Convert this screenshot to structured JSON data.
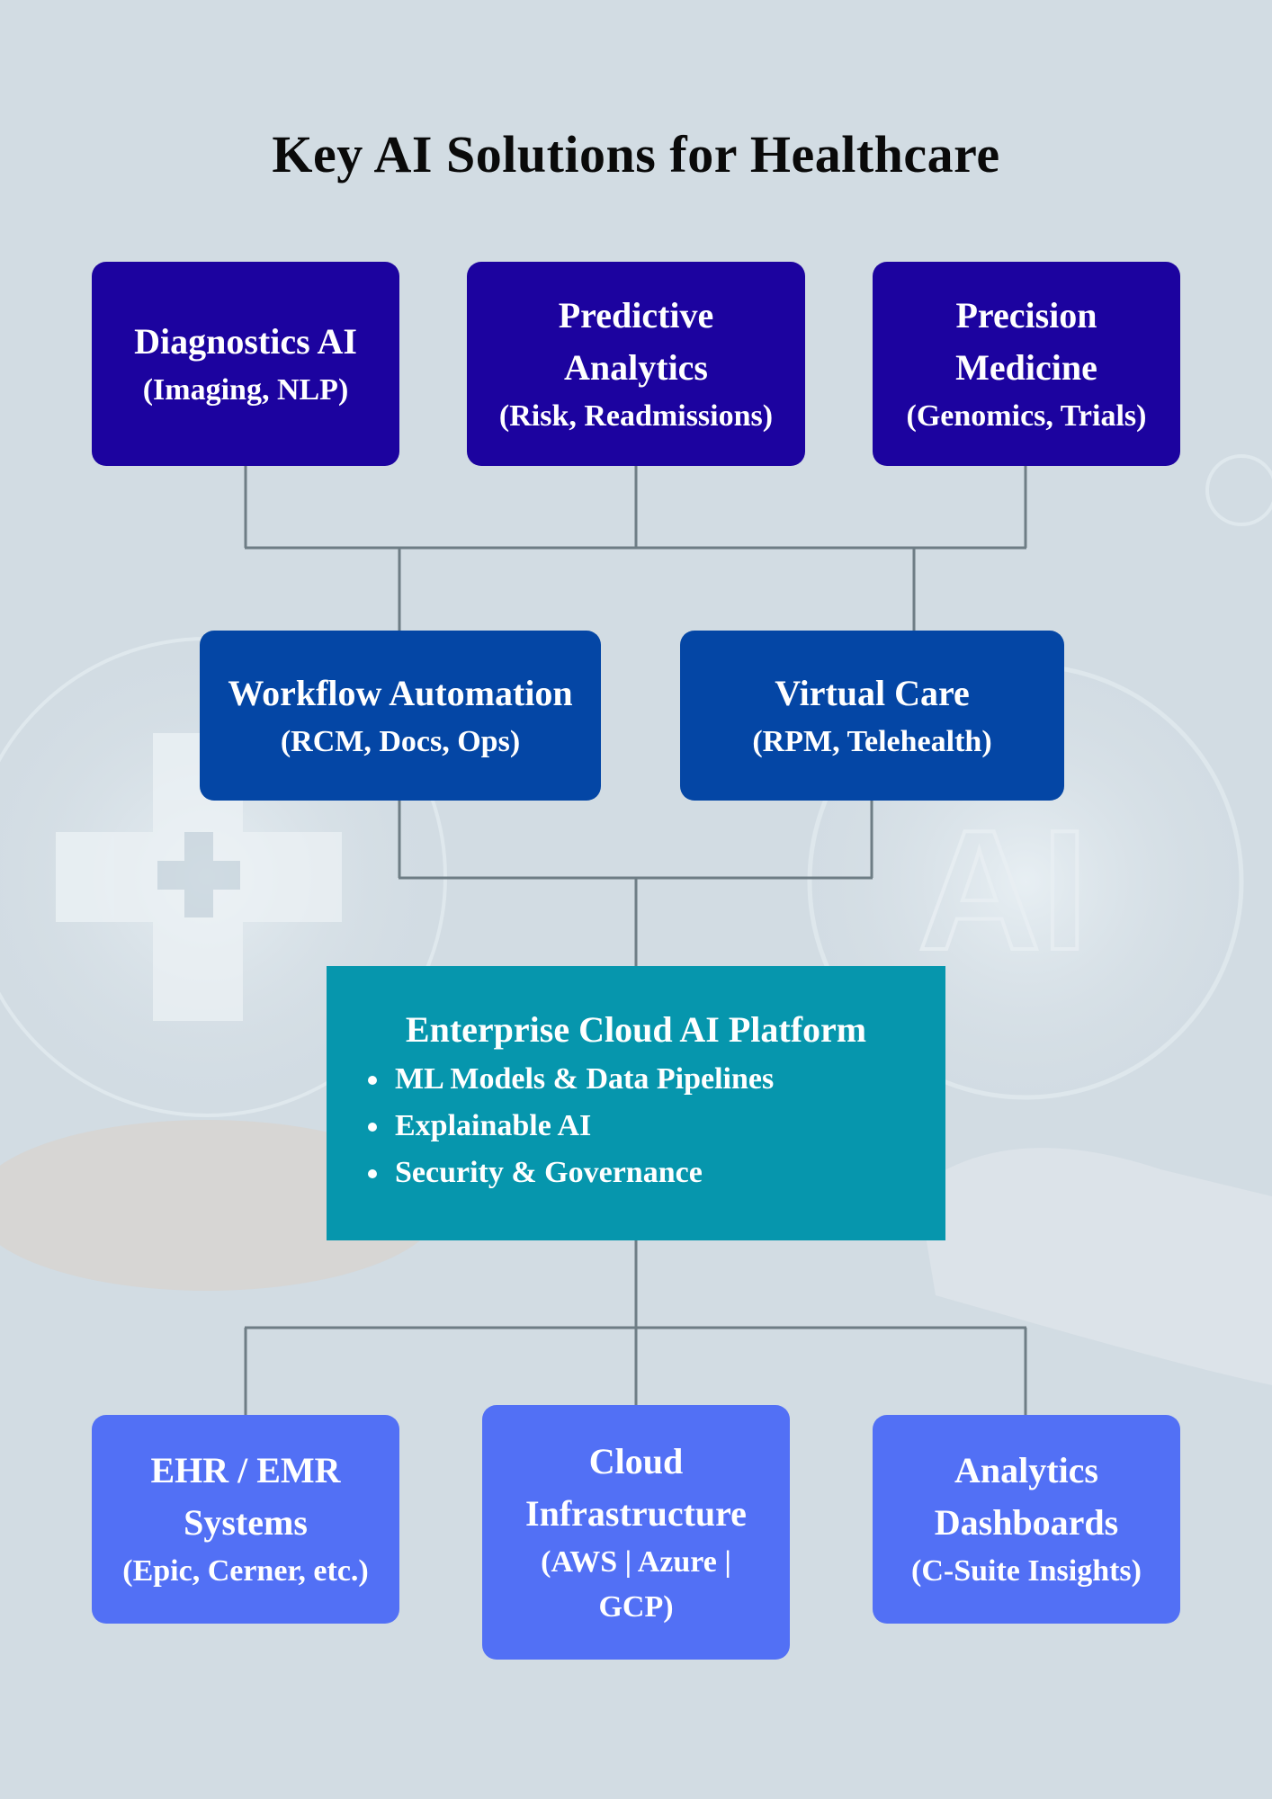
{
  "title": "Key AI Solutions for Healthcare",
  "top_row": [
    {
      "main": "Diagnostics AI",
      "sub": "(Imaging, NLP)"
    },
    {
      "main": "Predictive Analytics",
      "sub": "(Risk, Readmissions)"
    },
    {
      "main": "Precision Medicine",
      "sub": "(Genomics, Trials)"
    }
  ],
  "middle_row": [
    {
      "main": "Workflow Automation",
      "sub": "(RCM, Docs, Ops)"
    },
    {
      "main": "Virtual Care",
      "sub": "(RPM, Telehealth)"
    }
  ],
  "platform": {
    "title": "Enterprise Cloud AI Platform",
    "items": [
      "ML Models & Data Pipelines",
      "Explainable AI",
      "Security & Governance"
    ]
  },
  "bottom_row": [
    {
      "main": "EHR / EMR Systems",
      "sub": "(Epic, Cerner, etc.)"
    },
    {
      "main": "Cloud Infrastructure",
      "sub": "(AWS | Azure | GCP)"
    },
    {
      "main": "Analytics Dashboards",
      "sub": "(C-Suite Insights)"
    }
  ],
  "background_watermark": "AI",
  "colors": {
    "top_row": "#1c039f",
    "middle_row": "#0446a5",
    "platform": "#0696ad",
    "bottom_row": "#5270f5",
    "connector": "#6e7d85"
  }
}
